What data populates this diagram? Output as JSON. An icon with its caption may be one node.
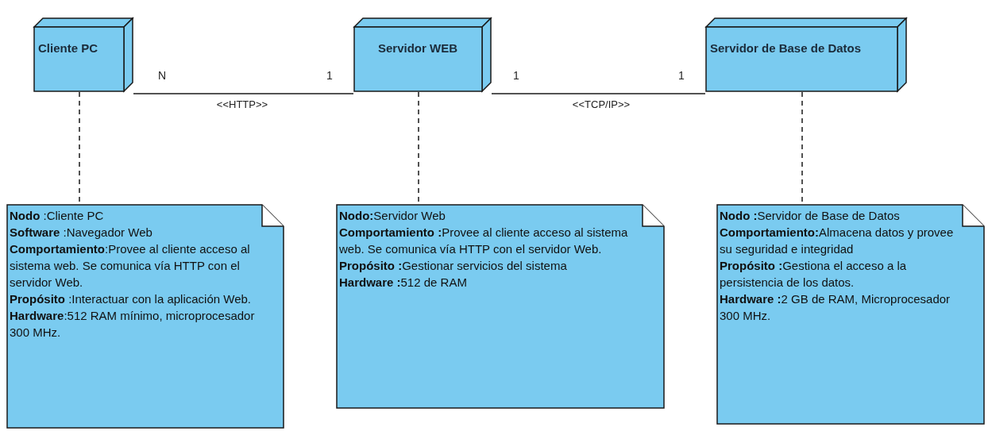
{
  "diagram": {
    "nodes": [
      {
        "text": [
          "Cliente PC"
        ]
      },
      {
        "text": [
          "Servidor WEB"
        ]
      },
      {
        "text": [
          "Servidor de Base de Datos"
        ]
      },
      {
        "text": [
          "**Nodo** :Cliente PC",
          "**Software** :Navegador Web",
          "**Comportamiento**:Provee al cliente acceso al sistema web. Se comunica vía HTTP con el servidor Web.",
          "**Propósito** :Interactuar con la aplicación Web.",
          "**Hardware**:512 RAM mínimo, microprocesador 300 MHz."
        ]
      },
      {
        "text": [
          "**Nodo:**Servidor Web",
          "**Comportamiento :**Provee al cliente acceso al sistema web. Se comunica vía HTTP con el servidor Web.",
          "**Propósito :**Gestionar servicios del sistema",
          "**Hardware :**512 de RAM"
        ]
      },
      {
        "text": [
          "**Nodo :**Servidor de Base de Datos",
          "**Comportamiento:**Almacena datos y provee su seguridad e integridad",
          "**Propósito :**Gestiona el acceso a la persistencia de los datos.",
          "**Hardware :**2 GB de RAM, Microprocesador 300 MHz."
        ]
      }
    ],
    "edges": [
      {
        "from": 0,
        "to": 1,
        "arrow": "none",
        "label": "<<HTTP>>"
      },
      {
        "from": 1,
        "to": 2,
        "arrow": "none",
        "label": "<<TCP/IP>>"
      },
      {
        "from": 0,
        "to": 3,
        "arrow": "none",
        "style": "dashed"
      },
      {
        "from": 1,
        "to": 4,
        "arrow": "none",
        "style": "dashed"
      },
      {
        "from": 2,
        "to": 5,
        "arrow": "none",
        "style": "dashed"
      }
    ],
    "labels": [
      "N",
      "1",
      "1",
      "1"
    ]
  }
}
